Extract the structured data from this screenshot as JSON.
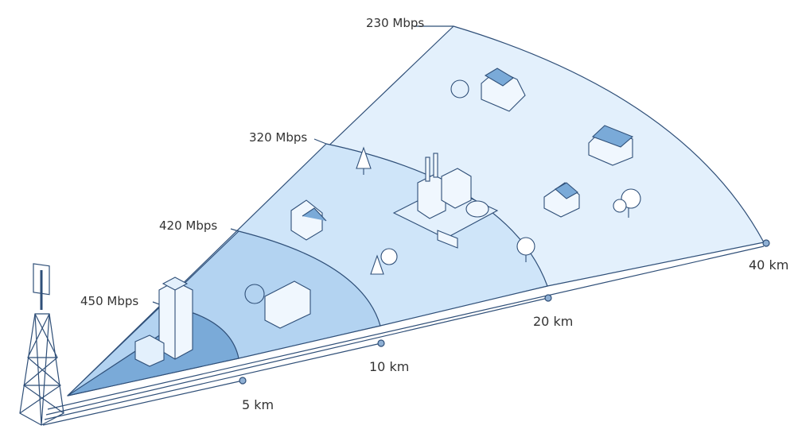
{
  "zones": [
    {
      "speed": "450 Mbps",
      "distance": "5 km"
    },
    {
      "speed": "420 Mbps",
      "distance": "10 km"
    },
    {
      "speed": "320 Mbps",
      "distance": "20 km"
    },
    {
      "speed": "230 Mbps",
      "distance": "40 km"
    }
  ],
  "colors": {
    "zone_450": "#7aaad8",
    "zone_420": "#b3d3f1",
    "zone_320": "#cfe5f9",
    "zone_230": "#e3f0fc",
    "stroke": "#2f4f78"
  }
}
